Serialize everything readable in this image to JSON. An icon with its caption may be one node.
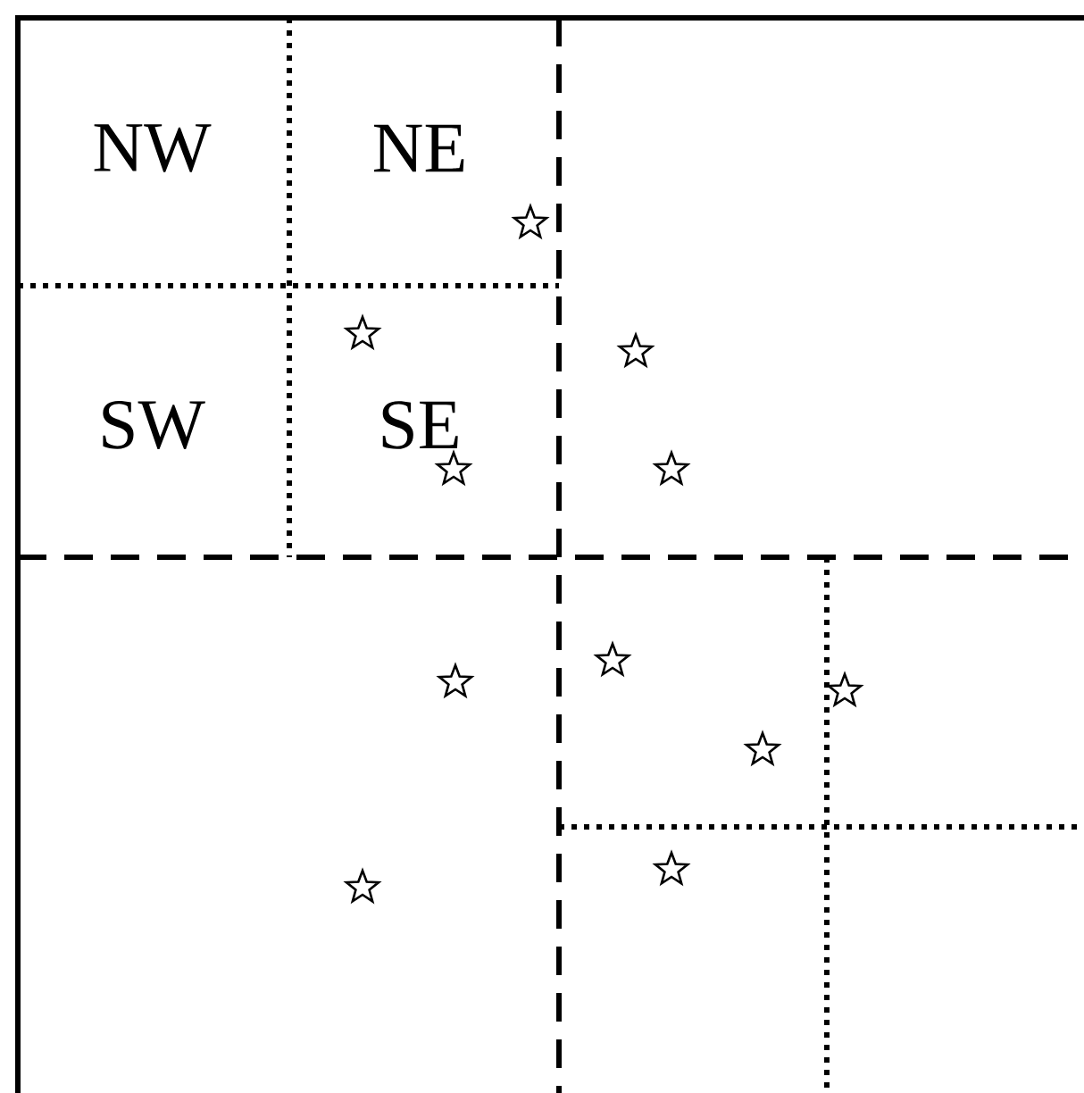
{
  "diagram": {
    "labels": [
      "NW",
      "NE",
      "SW",
      "SE"
    ]
  }
}
